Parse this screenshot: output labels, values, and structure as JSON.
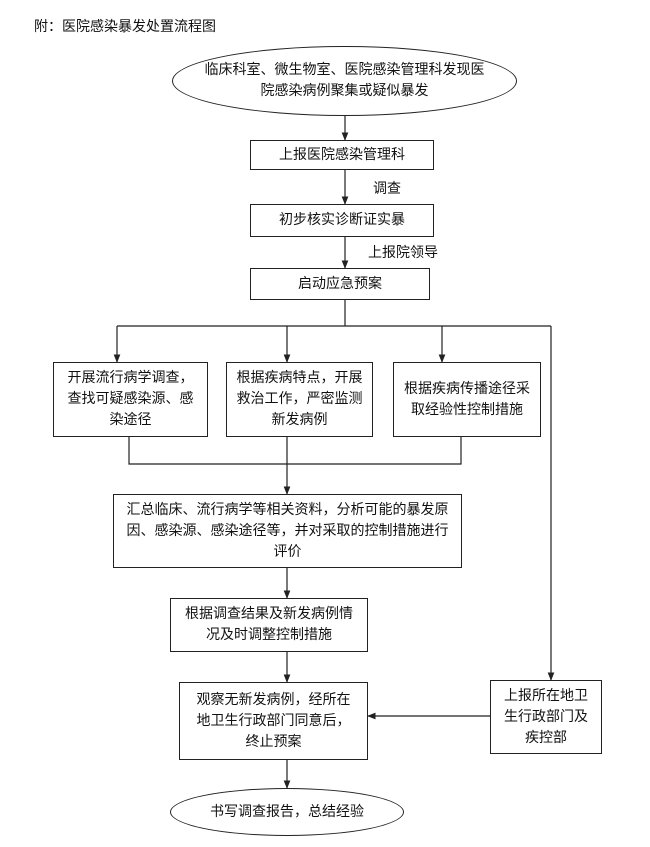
{
  "title": "附：医院感染暴发处置流程图",
  "nodes": {
    "start": "临床科室、微生物室、医院感染管理科发现医院感染病例聚集或疑似暴发",
    "report_dept": "上报医院感染管理科",
    "verify": "初步核实诊断证实暴",
    "activate": "启动应急预案",
    "epi_investigation": "开展流行病学调查，查找可疑感染源、感染途径",
    "treatment": "根据疾病特点，开展救治工作，严密监测新发病例",
    "control": "根据疾病传播途径采取经验性控制措施",
    "summarize": "汇总临床、流行病学等相关资料，分析可能的暴发原因、感染源、感染途径等，并对采取的控制措施进行评价",
    "adjust": "根据调查结果及新发病例情况及时调整控制措施",
    "observe": "观察无新发病例，经所在地卫生行政部门同意后，终止预案",
    "report_gov": "上报所在地卫生行政部门及疾控部",
    "end": "书写调查报告，总结经验"
  },
  "edge_labels": {
    "investigate": "调查",
    "report_leader": "上报院领导"
  }
}
